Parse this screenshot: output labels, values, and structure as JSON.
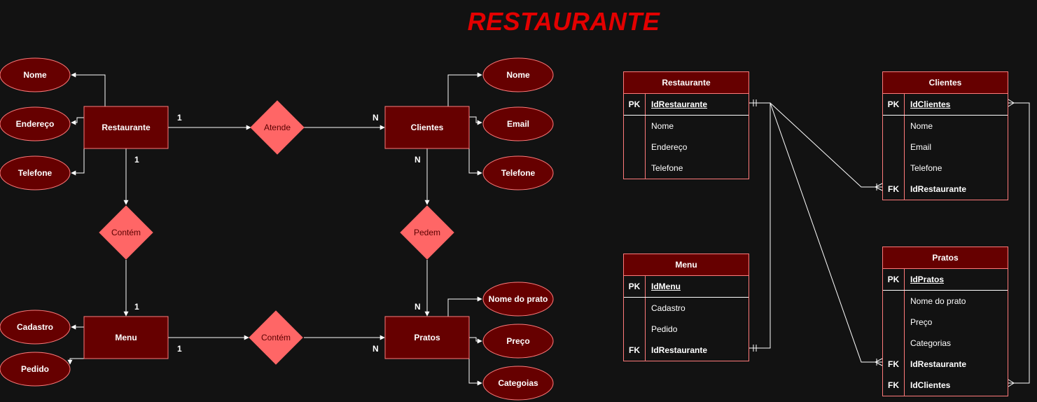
{
  "title": "RESTAURANTE",
  "colors": {
    "entity_fill": "#660000",
    "entity_stroke": "#ff7a7a",
    "relation_fill": "#ff6666",
    "title": "#e30000",
    "background": "#121212"
  },
  "er": {
    "entities": {
      "restaurante": "Restaurante",
      "clientes": "Clientes",
      "menu": "Menu",
      "pratos": "Pratos"
    },
    "relations": {
      "atende": "Atende",
      "contem_top": "Contém",
      "pedem": "Pedem",
      "contem_bottom": "Contém"
    },
    "attributes": {
      "rest_nome": "Nome",
      "rest_endereco": "Endereço",
      "rest_telefone": "Telefone",
      "cli_nome": "Nome",
      "cli_email": "Email",
      "cli_telefone": "Telefone",
      "menu_cadastro": "Cadastro",
      "menu_pedido": "Pedido",
      "pratos_nome": "Nome do prato",
      "pratos_preco": "Preço",
      "pratos_categoias": "Categoias"
    },
    "cardinalities": {
      "rest_atende": "1",
      "atende_cli": "N",
      "rest_contem": "1",
      "contem_menu": "1",
      "cli_pedem": "N",
      "pedem_pratos": "N",
      "menu_contem": "1",
      "contem_pratos": "N"
    }
  },
  "tables": {
    "restaurante": {
      "name": "Restaurante",
      "rows": [
        {
          "key": "PK",
          "field": "IdRestaurante"
        },
        {
          "key": "",
          "field": "Nome"
        },
        {
          "key": "",
          "field": "Endereço"
        },
        {
          "key": "",
          "field": "Telefone"
        }
      ]
    },
    "clientes": {
      "name": "Clientes",
      "rows": [
        {
          "key": "PK",
          "field": "IdClientes"
        },
        {
          "key": "",
          "field": "Nome"
        },
        {
          "key": "",
          "field": "Email"
        },
        {
          "key": "",
          "field": "Telefone"
        },
        {
          "key": "FK",
          "field": "IdRestaurante"
        }
      ]
    },
    "menu": {
      "name": "Menu",
      "rows": [
        {
          "key": "PK",
          "field": "IdMenu"
        },
        {
          "key": "",
          "field": "Cadastro"
        },
        {
          "key": "",
          "field": "Pedido"
        },
        {
          "key": "FK",
          "field": "IdRestaurante"
        }
      ]
    },
    "pratos": {
      "name": "Pratos",
      "rows": [
        {
          "key": "PK",
          "field": "IdPratos"
        },
        {
          "key": "",
          "field": "Nome do prato"
        },
        {
          "key": "",
          "field": "Preço"
        },
        {
          "key": "",
          "field": "Categorias"
        },
        {
          "key": "FK",
          "field": "IdRestaurante"
        },
        {
          "key": "FK",
          "field": "IdClientes"
        }
      ]
    }
  }
}
